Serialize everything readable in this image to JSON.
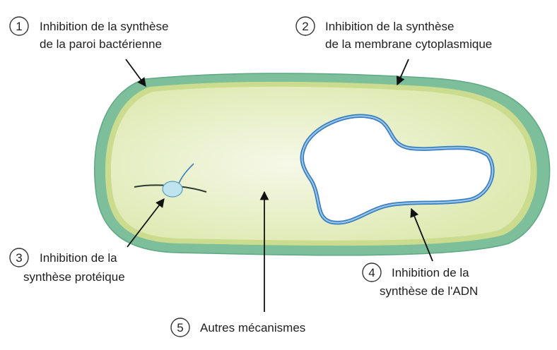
{
  "colors": {
    "cell_wall": "#7dbf9b",
    "cell_wall_edge": "#5fa884",
    "membrane": "#cbdc8f",
    "cytoplasm_center": "#f6f8e8",
    "cytoplasm_edge": "#dde9b0",
    "dna_outer": "#3a7fc0",
    "dna_inner": "#9cc7ea",
    "dna_fill": "#ffffff",
    "ribosome": "#bfe3ef",
    "arrow": "#111111",
    "text": "#1f1f1f"
  },
  "labels": [
    {
      "number": "1",
      "lines": [
        "Inhibition de la synthèse",
        "de la paroi bactérienne"
      ]
    },
    {
      "number": "2",
      "lines": [
        "Inhibition de la synthèse",
        "de la membrane cytoplasmique"
      ]
    },
    {
      "number": "3",
      "lines": [
        "Inhibition de la",
        "synthèse protéique"
      ]
    },
    {
      "number": "4",
      "lines": [
        "Inhibition de la",
        "synthèse de l'ADN"
      ]
    },
    {
      "number": "5",
      "lines": [
        "Autres mécanismes"
      ]
    }
  ]
}
